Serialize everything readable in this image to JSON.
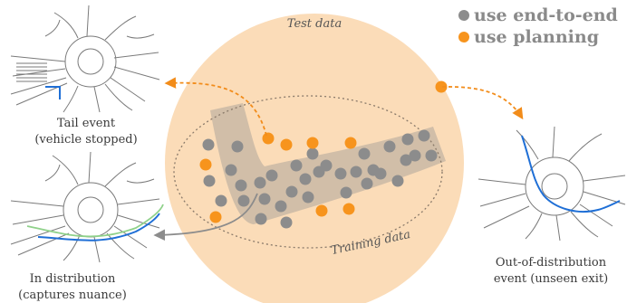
{
  "colors": {
    "test_region": "#fbdcb8",
    "training_band": "#c9b8a4",
    "end_to_end_dot": "#8c8c8c",
    "planning_dot": "#f7941d",
    "road_line": "#7a7a7a",
    "path_blue": "#1f6fd6",
    "path_green": "#8fd18a",
    "grey_arrow": "#8c8c8c",
    "orange_arrow": "#f28c1a"
  },
  "regions": {
    "test_label": "Test data",
    "training_label": "Training data"
  },
  "legend": {
    "items": [
      {
        "label": "use end-to-end",
        "color": "#8c8c8c",
        "icon": "grey-dot-icon"
      },
      {
        "label": "use planning",
        "color": "#f7941d",
        "icon": "orange-dot-icon"
      }
    ]
  },
  "scenarios": [
    {
      "id": "tail",
      "line1": "Tail event",
      "line2": "(vehicle stopped)"
    },
    {
      "id": "indist",
      "line1": "In distribution",
      "line2": "(captures nuance)"
    },
    {
      "id": "ood",
      "line1": "Out-of-distribution",
      "line2": "event (unseen exit)"
    }
  ]
}
